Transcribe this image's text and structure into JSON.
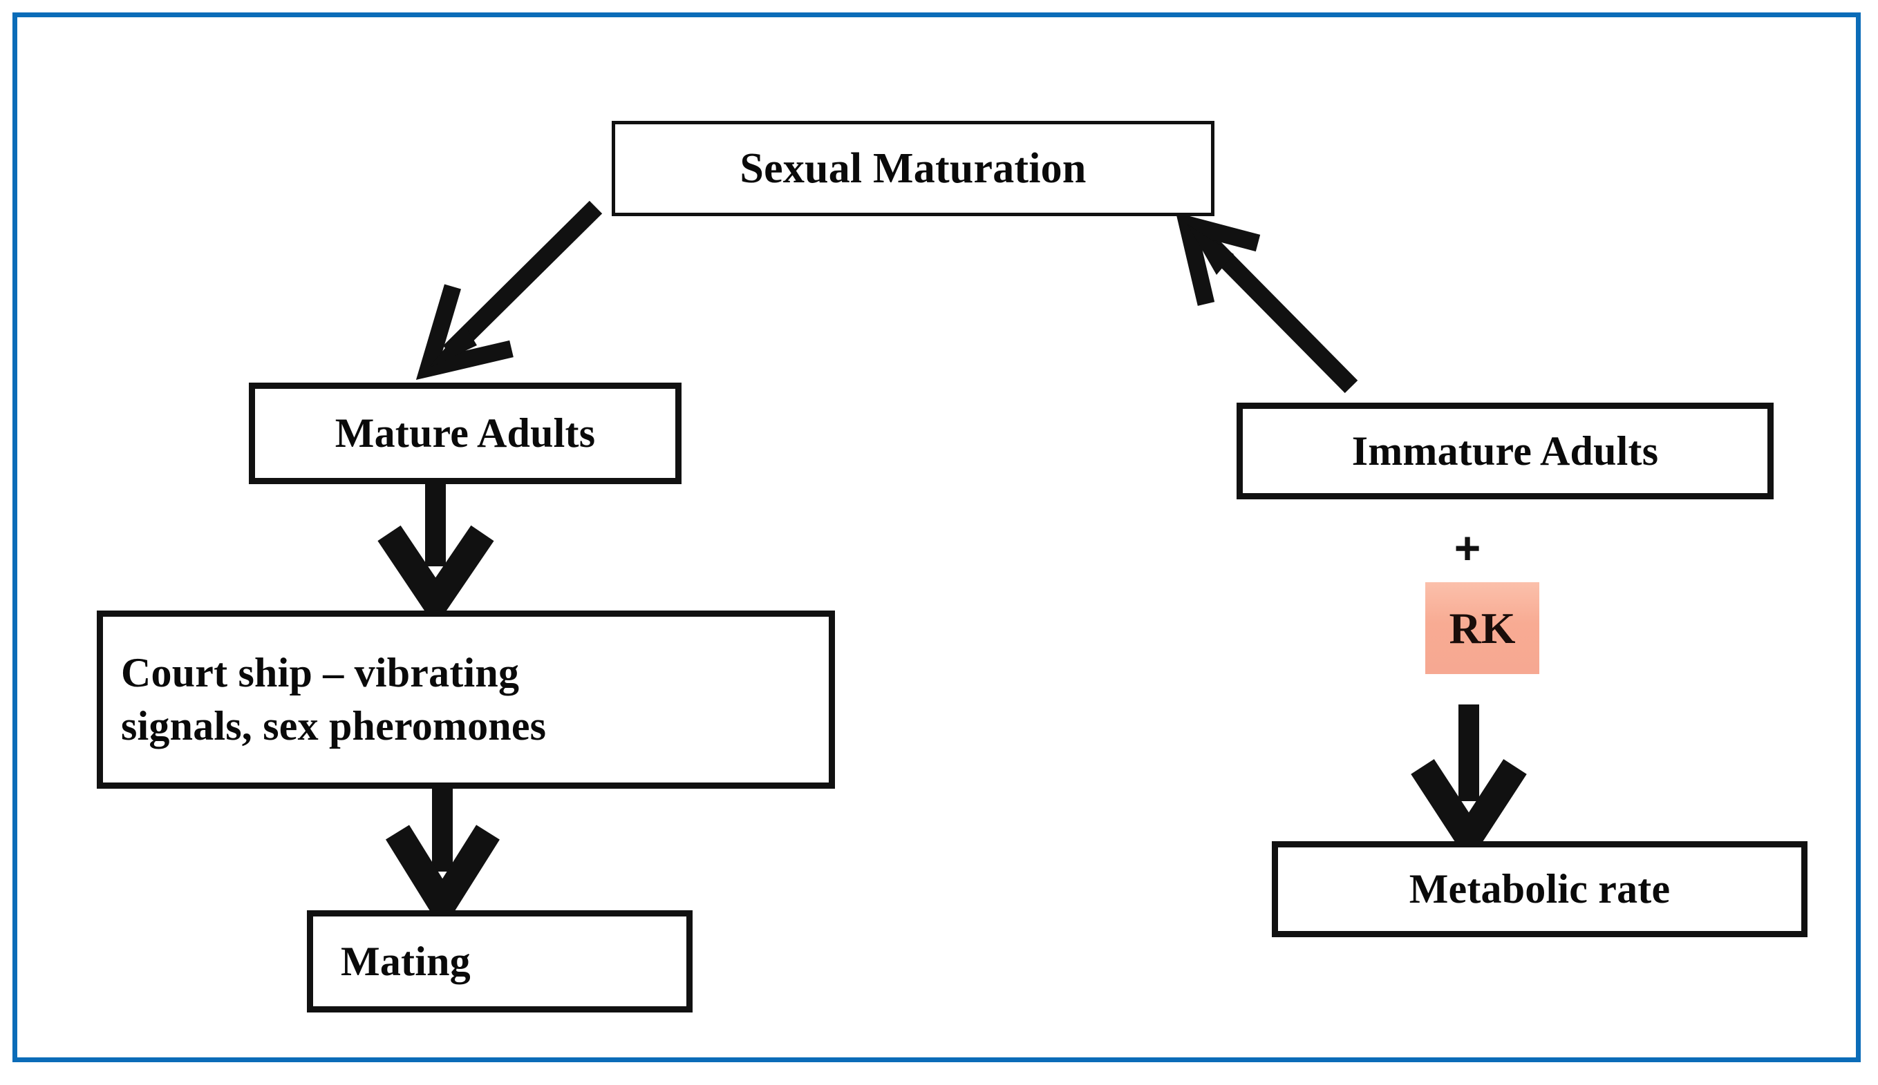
{
  "diagram": {
    "title": "Sexual maturation and mating cycle with RK effect on metabolic rate",
    "frame_color": "#0b6cb8",
    "background": "#ffffff",
    "node_border_color": "#111111",
    "highlight_color": "#f8ab93",
    "nodes": {
      "sexual_maturation": "Sexual Maturation",
      "mature_adults": "Mature Adults",
      "courtship_line1": "Court ship – vibrating",
      "courtship_line2": "signals, sex pheromones",
      "mating": "Mating",
      "immature_adults": "Immature Adults",
      "plus": "+",
      "rk": "RK",
      "metabolic_rate": "Metabolic  rate"
    },
    "edges": [
      {
        "id": "e1",
        "from": "sexual_maturation",
        "to": "mature_adults",
        "style": "diagonal-open-head",
        "direction": "down-left"
      },
      {
        "id": "e2",
        "from": "mature_adults",
        "to": "courtship",
        "style": "vertical-chevron",
        "direction": "down"
      },
      {
        "id": "e3",
        "from": "courtship",
        "to": "mating",
        "style": "vertical-chevron",
        "direction": "down"
      },
      {
        "id": "e4",
        "from": "immature_adults_rk",
        "to": "metabolic_rate",
        "style": "vertical-chevron",
        "direction": "down"
      },
      {
        "id": "e5",
        "from": "immature_adults",
        "to": "sexual_maturation",
        "style": "diagonal-open-head",
        "direction": "up-left"
      }
    ]
  }
}
